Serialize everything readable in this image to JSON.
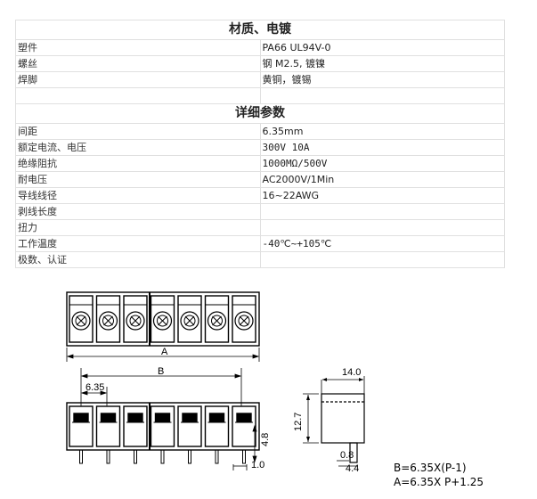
{
  "materials": {
    "title": "材质、电镀",
    "rows": [
      {
        "label": "塑件",
        "value": "PA66 UL94V-0"
      },
      {
        "label": "螺丝",
        "value": "钢  M2.5, 镀镍"
      },
      {
        "label": "焊脚",
        "value": "黄铜，镀锡"
      },
      {
        "label": "",
        "value": ""
      }
    ]
  },
  "details": {
    "title": "详细参数",
    "rows": [
      {
        "label": "间距",
        "value": "6.35mm"
      },
      {
        "label": "额定电流、电压",
        "value": "300V  10A"
      },
      {
        "label": "绝缘阻抗",
        "value": "1000MΩ/500V"
      },
      {
        "label": "耐电压",
        "value": "AC2000V/1Min"
      },
      {
        "label": "导线线径",
        "value": "16~22AWG"
      },
      {
        "label": "剥线长度",
        "value": ""
      },
      {
        "label": "扭力",
        "value": ""
      },
      {
        "label": "工作温度",
        "value": "-40℃~+105℃"
      },
      {
        "label": "极数、认证",
        "value": ""
      }
    ]
  },
  "drawing": {
    "dim_a": "A",
    "dim_b": "B",
    "pitch": "6.35",
    "pin_height": "4.8",
    "pin_width": "1.0",
    "side_width": "14.0",
    "side_height": "12.7",
    "side_bottom": "0.8",
    "side_pin": "4.4",
    "formula_b": "B=6.35X(P-1)",
    "formula_a": "A=6.35X P+1.25",
    "poles": 7
  }
}
